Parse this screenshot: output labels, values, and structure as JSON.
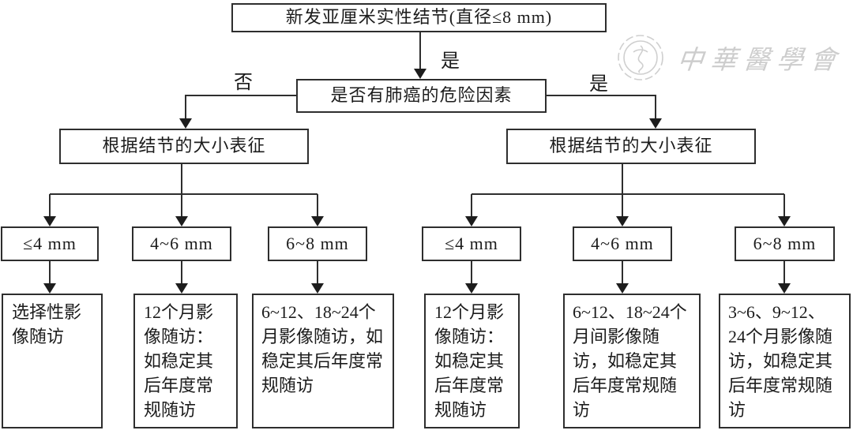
{
  "diagram": {
    "title_node": "新发亚厘米实性结节(直径≤8 mm)",
    "decision_node": "是否有肺癌的危险因素",
    "labels": {
      "root_branch": "是",
      "no_branch": "否",
      "yes_branch": "是"
    },
    "group_left": "根据结节的大小表征",
    "group_right": "根据结节的大小表征",
    "sizes_left": [
      {
        "label": "≤4 mm"
      },
      {
        "label": "4~6 mm"
      },
      {
        "label": "6~8 mm"
      }
    ],
    "sizes_right": [
      {
        "label": "≤4 mm"
      },
      {
        "label": "4~6 mm"
      },
      {
        "label": "6~8 mm"
      }
    ],
    "leaves_left": [
      {
        "text": "选择性影像随访"
      },
      {
        "text": "12个月影像随访：如稳定其后年度常规随访"
      },
      {
        "text": "6~12、18~24个月影像随访，如稳定其后年度常规随访"
      }
    ],
    "leaves_right": [
      {
        "text": "12个月影像随访：如稳定其后年度常规随访"
      },
      {
        "text": "6~12、18~24个月间影像随访，如稳定其后年度常规随访"
      },
      {
        "text": "3~6、9~12、24个月影像随访，如稳定其后年度常规随访"
      }
    ]
  },
  "watermark": {
    "text": "中華醫學會",
    "emblem": "chinese-medical-association-emblem"
  },
  "colors": {
    "line": "#2e2e2e",
    "text": "#1c1c1c",
    "watermark": "#cdcdcd",
    "background": "#ffffff"
  }
}
